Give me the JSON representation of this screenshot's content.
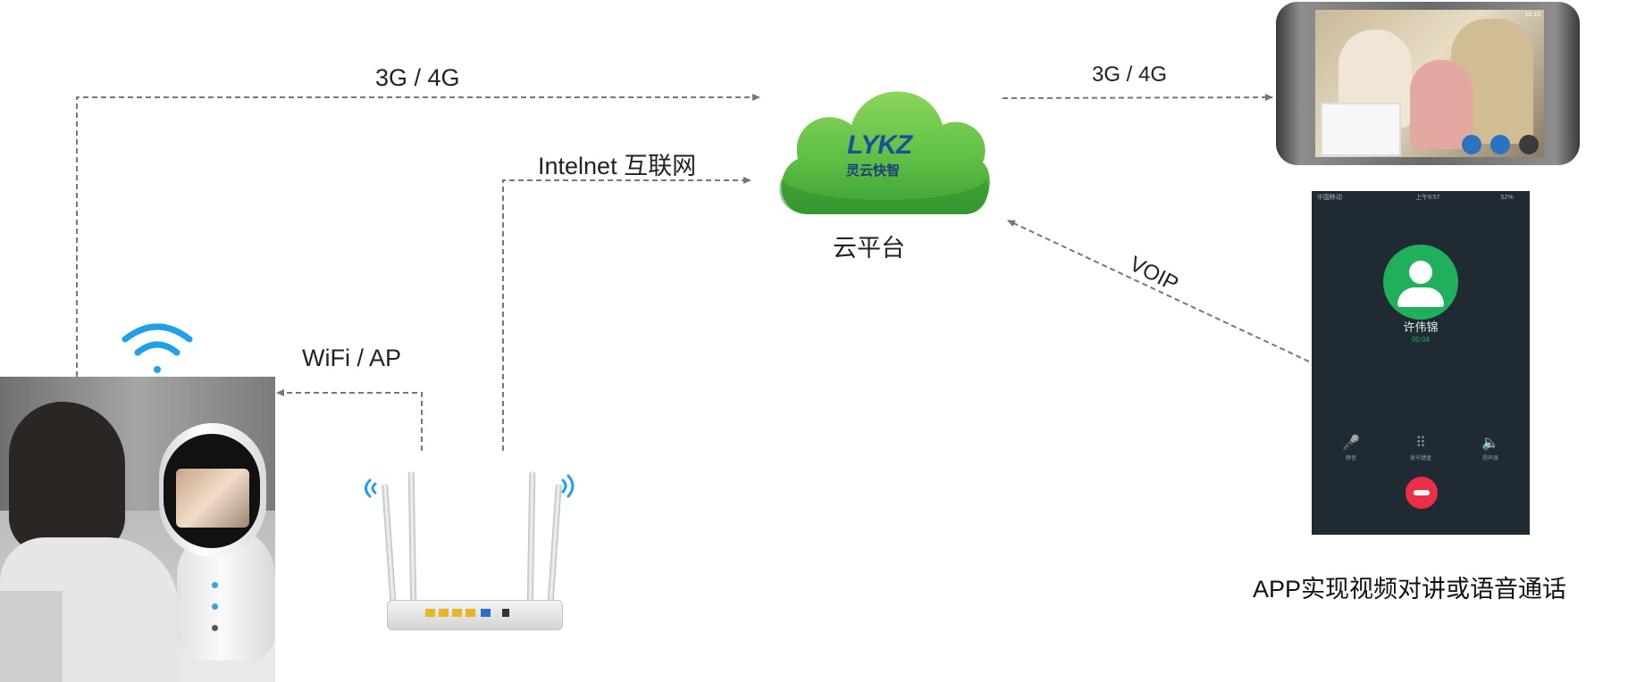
{
  "diagram": {
    "cloud": {
      "logo_text": "LYKZ",
      "logo_subtitle": "灵云快智",
      "label": "云平台"
    },
    "edges": {
      "robot_to_cloud": "3G / 4G",
      "router_to_cloud": "Intelnet 互联网",
      "cloud_to_phone": "3G / 4G",
      "phone_to_cloud": "VOIP",
      "router_to_robot": "WiFi / AP"
    },
    "app_caption": "APP实现视频对讲或语音通话",
    "call_screen": {
      "caller_name": "许伟锦",
      "duration": "00:04",
      "carrier": "中国移动",
      "time": "上午9:57",
      "battery": "52%",
      "controls": [
        "静音",
        "拨号键盘",
        "扬声器"
      ]
    },
    "video_call_time": "10:10"
  },
  "colors": {
    "cloud_top": "#82cf52",
    "cloud_bottom": "#3fa83a",
    "wifi_blue": "#1fa0e8",
    "connector_gray": "#777777",
    "call_green": "#20b05c",
    "hangup_red": "#ec2f47"
  },
  "icons": [
    "wifi-icon",
    "cloud-icon",
    "router-image",
    "robot-image",
    "smartphone-video-call",
    "smartphone-voice-call",
    "hangup-icon",
    "mute-icon",
    "keypad-icon",
    "speaker-icon"
  ]
}
